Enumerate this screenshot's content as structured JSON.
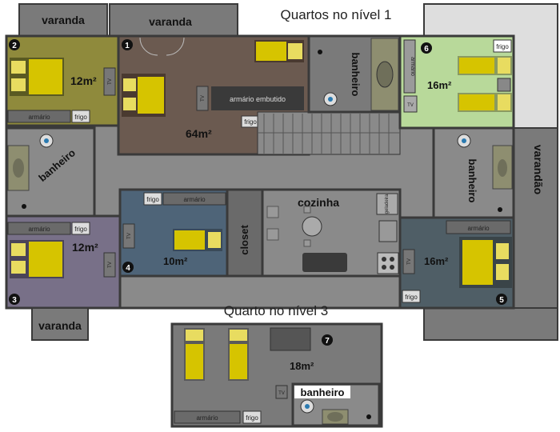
{
  "headings": {
    "level1": "Quartos no nível 1",
    "level3": "Quarto no nível 3"
  },
  "rooms": {
    "r1": {
      "number": "1",
      "area": "64m²"
    },
    "r2": {
      "number": "2",
      "area": "12m²"
    },
    "r3": {
      "number": "3",
      "area": "12m²"
    },
    "r4": {
      "number": "4",
      "area": "10m²"
    },
    "r5": {
      "number": "5",
      "area": "16m²"
    },
    "r6": {
      "number": "6",
      "area": "16m²"
    },
    "r7": {
      "number": "7",
      "area": "18m²"
    }
  },
  "labels": {
    "varanda": "varanda",
    "varandao": "varandão",
    "banheiro": "banheiro",
    "cozinha": "cozinha",
    "closet": "closet",
    "armario": "armário",
    "armario_embutido": "armário embutido",
    "frigo": "frigo",
    "tv": "TV",
    "geladeira": "geladeira"
  },
  "colors": {
    "room1": "#6b5a50",
    "room2": "#8f8a3c",
    "room3": "#787088",
    "room4": "#4e6478",
    "room5": "#4f5e66",
    "room6": "#b8d99a",
    "common": "#8a8a8a",
    "balcony": "#7a7a7a",
    "varandao": "#dedede",
    "wall": "#3a3a3a",
    "bed": "#d6c400"
  }
}
